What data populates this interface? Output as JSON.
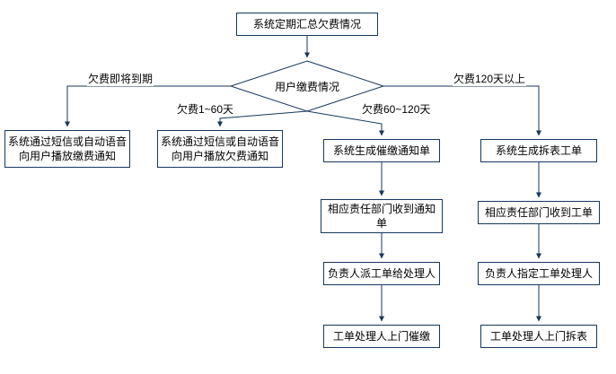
{
  "diagram": {
    "type": "flowchart",
    "colors": {
      "node_border": "#17375D",
      "connector": "#17375D",
      "node_fill": "#FFFFFF",
      "text": "#000000",
      "background": "#FFFFFF"
    },
    "nodes": {
      "start": "系统定期汇总欠费情况",
      "decision": "用户缴费情况",
      "sms_payment_notice": "系统通过短信或自动语音向用户播放缴费通知",
      "sms_arrears_notice": "系统通过短信或自动语音向用户播放欠费通知",
      "generate_reminder": "系统生成催缴通知单",
      "dept_receive_notice": "相应责任部门收到通知单",
      "assign_worker": "负责人派工单给处理人",
      "door_reminder": "工单处理人上门催缴",
      "generate_removal_order": "系统生成拆表工单",
      "dept_receive_order": "相应责任部门收到工单",
      "designate_handler": "负责人指定工单处理人",
      "door_removal": "工单处理人上门拆表"
    },
    "edge_labels": {
      "due_soon": "欠费即将到期",
      "days_1_60": "欠费1~60天",
      "days_60_120": "欠费60~120天",
      "days_120_plus": "欠费120天以上"
    }
  }
}
